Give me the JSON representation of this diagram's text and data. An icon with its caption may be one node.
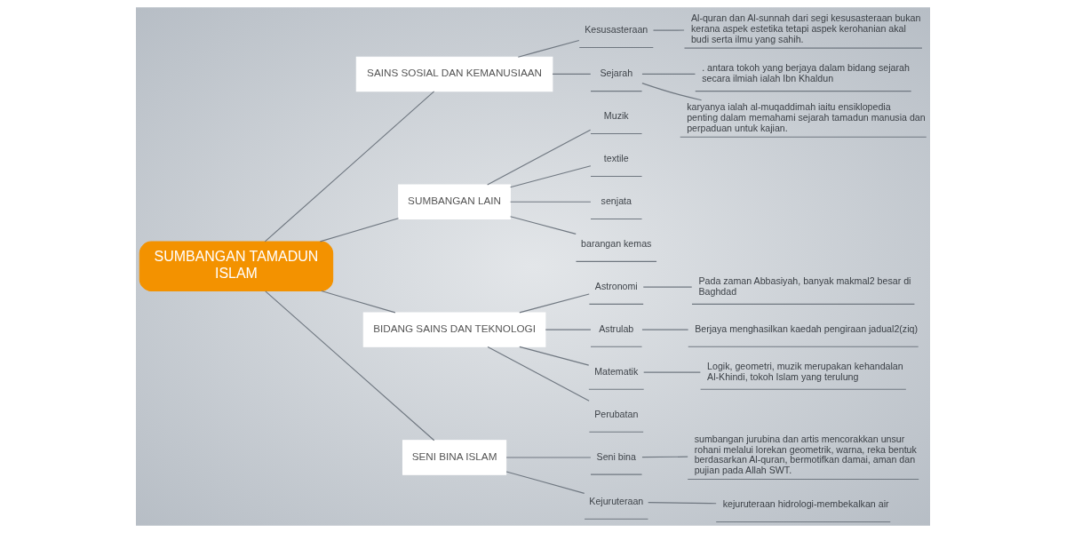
{
  "diagram": {
    "nodes": [
      {
        "text": [
          "SUMBANGAN TAMADUN ISLAM"
        ]
      },
      {
        "text": [
          "SAINS SOSIAL DAN KEMANUSIAAN"
        ]
      },
      {
        "text": [
          "Kesusasteraan"
        ]
      },
      {
        "text": [
          "Al-quran dan Al-sunnah dari segi kesusasteraan bukan kerana aspek estetika tetapi aspek kerohanian akal budi serta ilmu yang sahih."
        ]
      },
      {
        "text": [
          "Sejarah"
        ]
      },
      {
        "text": [
          ". antara tokoh yang berjaya dalam bidang sejarah secara ilmiah ialah Ibn Khaldun"
        ]
      },
      {
        "text": [
          "karyanya ialah al-muqaddimah iaitu ensiklopedia penting dalam memahami sejarah tamadun manusia dan perpaduan untuk kajian."
        ]
      },
      {
        "text": [
          "SUMBANGAN LAIN"
        ]
      },
      {
        "text": [
          "Muzik"
        ]
      },
      {
        "text": [
          "textile"
        ]
      },
      {
        "text": [
          "senjata"
        ]
      },
      {
        "text": [
          "barangan kemas"
        ]
      },
      {
        "text": [
          "BIDANG SAINS DAN TEKNOLOGI"
        ]
      },
      {
        "text": [
          "Astronomi"
        ]
      },
      {
        "text": [
          "Pada zaman Abbasiyah, banyak makmal2 besar di Baghdad"
        ]
      },
      {
        "text": [
          "Astrulab"
        ]
      },
      {
        "text": [
          "Berjaya menghasilkan kaedah pengiraan jadual2(ziq)"
        ]
      },
      {
        "text": [
          "Matematik"
        ]
      },
      {
        "text": [
          "Logik, geometri, muzik merupakan kehandalan Al-Khindi, tokoh Islam yang terulung"
        ]
      },
      {
        "text": [
          "Perubatan"
        ]
      },
      {
        "text": [
          "SENI BINA ISLAM"
        ]
      },
      {
        "text": [
          "Seni bina"
        ]
      },
      {
        "text": [
          "sumbangan jurubina dan artis mencorakkan unsur rohani melalui lorekan geometrik, warna, reka bentuk berdasarkan Al-quran, bermotifkan damai, aman dan pujian pada Allah SWT."
        ]
      },
      {
        "text": [
          "Kejuruteraan"
        ]
      },
      {
        "text": [
          "kejuruteraan hidrologi-membekalkan air"
        ]
      }
    ],
    "edges": [
      {
        "from": 0,
        "to": 1,
        "arrow": "none"
      },
      {
        "from": 1,
        "to": 2,
        "arrow": "none"
      },
      {
        "from": 2,
        "to": 3,
        "arrow": "none"
      },
      {
        "from": 1,
        "to": 4,
        "arrow": "none"
      },
      {
        "from": 4,
        "to": 5,
        "arrow": "none"
      },
      {
        "from": 4,
        "to": 6,
        "arrow": "none"
      },
      {
        "from": 0,
        "to": 7,
        "arrow": "none"
      },
      {
        "from": 7,
        "to": 8,
        "arrow": "none"
      },
      {
        "from": 7,
        "to": 9,
        "arrow": "none"
      },
      {
        "from": 7,
        "to": 10,
        "arrow": "none"
      },
      {
        "from": 7,
        "to": 11,
        "arrow": "none"
      },
      {
        "from": 0,
        "to": 12,
        "arrow": "none"
      },
      {
        "from": 12,
        "to": 13,
        "arrow": "none"
      },
      {
        "from": 13,
        "to": 14,
        "arrow": "none"
      },
      {
        "from": 12,
        "to": 15,
        "arrow": "none"
      },
      {
        "from": 15,
        "to": 16,
        "arrow": "none"
      },
      {
        "from": 12,
        "to": 17,
        "arrow": "none"
      },
      {
        "from": 17,
        "to": 18,
        "arrow": "none"
      },
      {
        "from": 12,
        "to": 19,
        "arrow": "none"
      },
      {
        "from": 0,
        "to": 20,
        "arrow": "none"
      },
      {
        "from": 20,
        "to": 21,
        "arrow": "none"
      },
      {
        "from": 21,
        "to": 22,
        "arrow": "none"
      },
      {
        "from": 20,
        "to": 23,
        "arrow": "none"
      },
      {
        "from": 23,
        "to": 24,
        "arrow": "none"
      }
    ]
  }
}
